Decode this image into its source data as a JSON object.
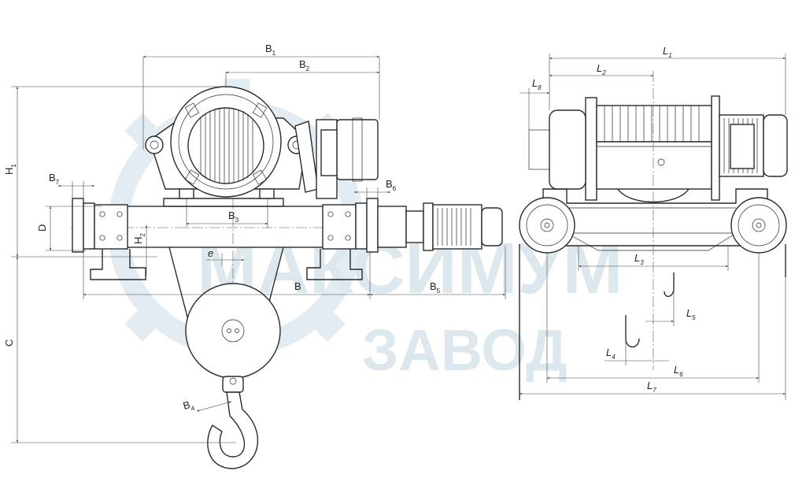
{
  "watermark": {
    "line1": "МАКСИМУМ",
    "line2": "ЗАВОД"
  },
  "front_view": {
    "dimensions": [
      {
        "id": "B1",
        "main": "B",
        "sub": "1"
      },
      {
        "id": "B2",
        "main": "B",
        "sub": "2"
      },
      {
        "id": "B3",
        "main": "B",
        "sub": "3"
      },
      {
        "id": "B4",
        "main": "B",
        "sub": "4"
      },
      {
        "id": "B5",
        "main": "B",
        "sub": "5"
      },
      {
        "id": "B6",
        "main": "B",
        "sub": "6"
      },
      {
        "id": "B7",
        "main": "B",
        "sub": "7"
      },
      {
        "id": "B",
        "main": "B",
        "sub": ""
      },
      {
        "id": "H1",
        "main": "H",
        "sub": "1"
      },
      {
        "id": "H2",
        "main": "H",
        "sub": "2"
      },
      {
        "id": "D",
        "main": "D",
        "sub": ""
      },
      {
        "id": "C",
        "main": "C",
        "sub": ""
      },
      {
        "id": "e",
        "main": "e",
        "sub": ""
      }
    ]
  },
  "side_view": {
    "dimensions": [
      {
        "id": "L1",
        "main": "L",
        "sub": "1"
      },
      {
        "id": "L2",
        "main": "L",
        "sub": "2"
      },
      {
        "id": "L3",
        "main": "L",
        "sub": "3"
      },
      {
        "id": "L4",
        "main": "L",
        "sub": "4"
      },
      {
        "id": "L5",
        "main": "L",
        "sub": "5"
      },
      {
        "id": "L6",
        "main": "L",
        "sub": "6"
      },
      {
        "id": "L7",
        "main": "L",
        "sub": "7"
      },
      {
        "id": "L8",
        "main": "L",
        "sub": "8"
      }
    ]
  }
}
